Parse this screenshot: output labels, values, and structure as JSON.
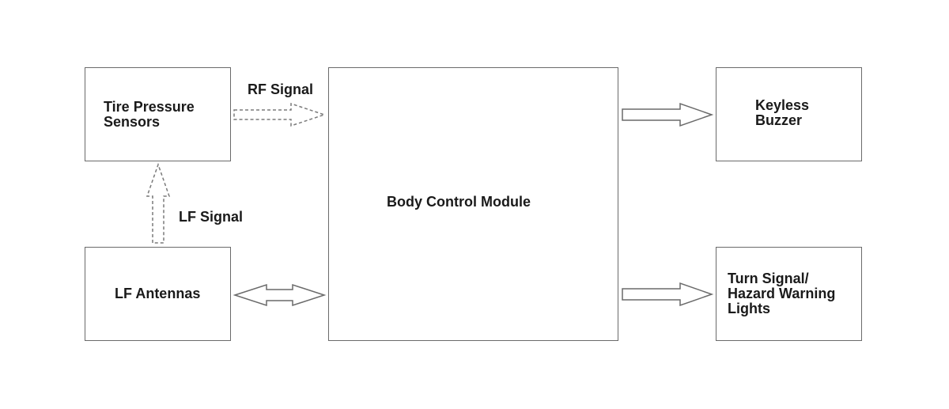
{
  "diagram": {
    "blocks": {
      "tire_pressure_sensors": "Tire Pressure\nSensors",
      "lf_antennas": "LF Antennas",
      "body_control_module": "Body Control Module",
      "keyless_buzzer": "Keyless\nBuzzer",
      "turn_signal_lights": "Turn Signal/\nHazard Warning\nLights"
    },
    "signals": {
      "rf_signal": "RF Signal",
      "lf_signal": "LF Signal"
    },
    "colors": {
      "line": "#6a6a6a",
      "text": "#1a1a1a",
      "background": "#ffffff"
    }
  }
}
